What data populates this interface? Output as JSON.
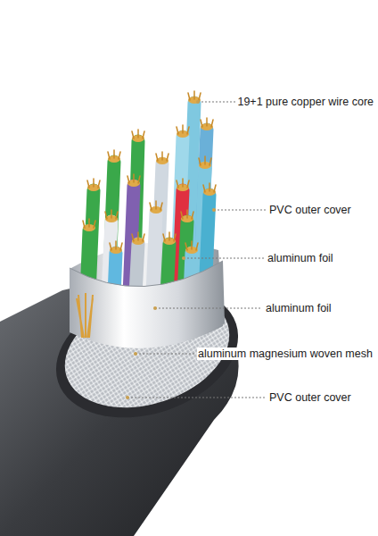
{
  "diagram": {
    "labels": [
      "19+1 pure copper wire core",
      "PVC outer cover",
      "aluminum foil",
      "aluminum foil",
      "aluminum magnesium woven mesh",
      "PVC outer cover"
    ]
  }
}
